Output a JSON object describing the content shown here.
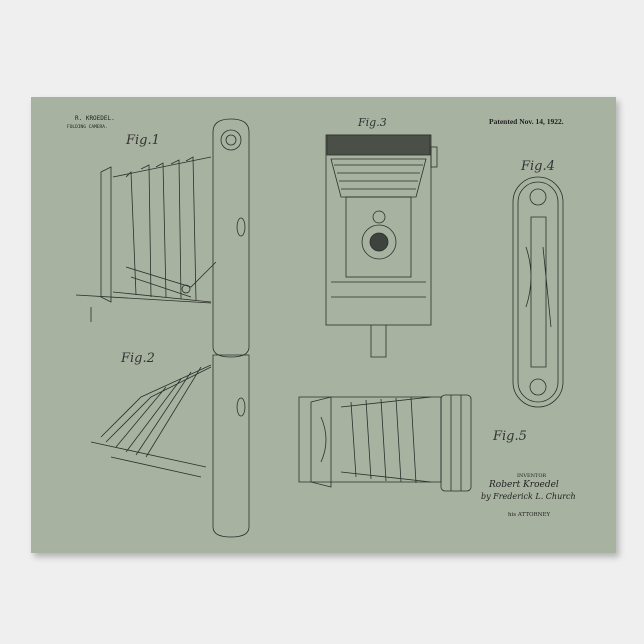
{
  "poster": {
    "inventor_name_header": "R. KROEDEL.",
    "title": "FOLDING CAMERA.",
    "patent_date": "Patented Nov. 14, 1922.",
    "figure_labels": [
      "Fig.1",
      "Fig.2",
      "Fig.3",
      "Fig.4",
      "Fig.5"
    ],
    "inventor_label": "INVENTOR",
    "inventor_signature": "Robert Kroedel",
    "attorney_signature": "by Frederick L. Church",
    "attorney_label": "his ATTORNEY",
    "background_color": "#a8b2a1",
    "ink_color": "#2b2f2a",
    "wall_color": "#efefef"
  }
}
